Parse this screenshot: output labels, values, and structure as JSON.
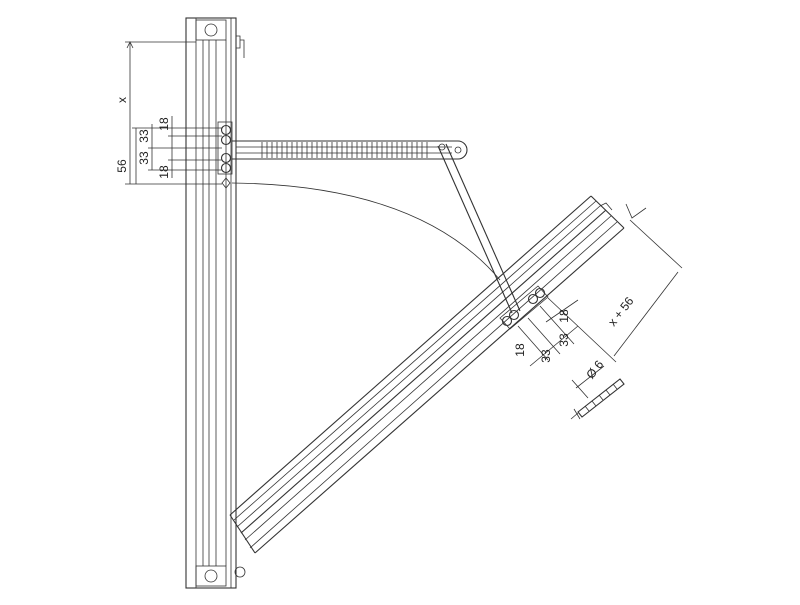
{
  "colors": {
    "ink": "#333333",
    "background": "#ffffff"
  },
  "labels": {
    "x": "x",
    "dim56": "56",
    "top_33a": "33",
    "top_33b": "33",
    "top_18a": "18",
    "top_18b": "18",
    "sash_18a": "18",
    "sash_18b": "18",
    "sash_33a": "33",
    "sash_33b": "33",
    "x56": "x + 56",
    "dia6": "Ø 6"
  }
}
